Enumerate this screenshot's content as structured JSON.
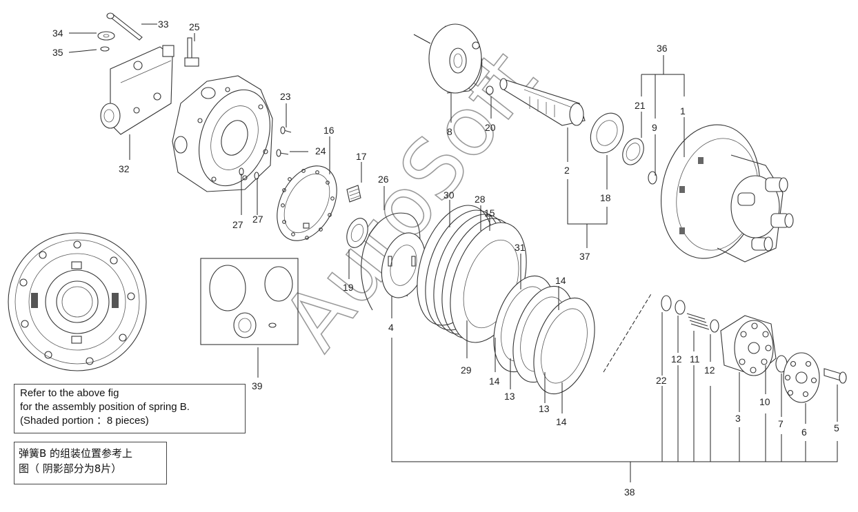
{
  "watermark": "AutoSoft",
  "part_numbers": {
    "p1": "1",
    "p2": "2",
    "p3": "3",
    "p4": "4",
    "p5": "5",
    "p6": "6",
    "p7": "7",
    "p8": "8",
    "p9": "9",
    "p10": "10",
    "p11": "11",
    "p12a": "12",
    "p12b": "12",
    "p13a": "13",
    "p13b": "13",
    "p14a": "14",
    "p14b": "14",
    "p14c": "14",
    "p15": "15",
    "p16": "16",
    "p17": "17",
    "p18": "18",
    "p19": "19",
    "p20": "20",
    "p21": "21",
    "p22": "22",
    "p23": "23",
    "p24": "24",
    "p25": "25",
    "p26": "26",
    "p27a": "27",
    "p27b": "27",
    "p28": "28",
    "p29": "29",
    "p30": "30",
    "p31": "31",
    "p32": "32",
    "p33": "33",
    "p34": "34",
    "p35": "35",
    "p36": "36",
    "p37": "37",
    "p38": "38",
    "p39": "39"
  },
  "note_en": {
    "line1": "Refer to the above fig",
    "line2": "for the assembly position of spring B.",
    "line3": "(Shaded portion ：8 pieces)"
  },
  "note_cn": {
    "line1": "弹簧B 的组装位置参考上",
    "line2": "图（ 阴影部分为8片）"
  }
}
